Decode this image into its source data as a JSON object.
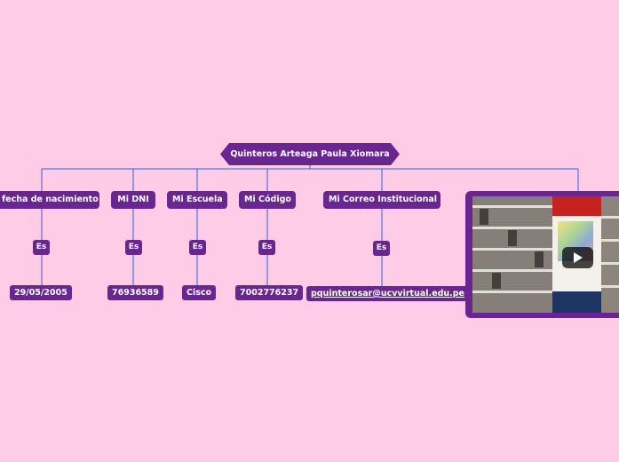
{
  "central_topic": "Quinteros Arteaga Paula Xiomara",
  "branches": [
    {
      "label": "fecha de nacimiento",
      "relation": "Es",
      "value": "29/05/2005"
    },
    {
      "label": "Mi DNI",
      "relation": "Es",
      "value": "76936589"
    },
    {
      "label": "Mi Escuela",
      "relation": "Es",
      "value": "Cisco"
    },
    {
      "label": "Mi Código",
      "relation": "Es",
      "value": "7002776237"
    },
    {
      "label": "Mi Correo Institucional",
      "relation": "Es",
      "value": "pquinterosar@ucvvirtual.edu.pe"
    }
  ],
  "colors": {
    "background": "#ffcce6",
    "node": "#6a2690",
    "connector": "#2f5fe0",
    "text": "#ffffff"
  },
  "icons": {
    "media": "play-icon"
  }
}
